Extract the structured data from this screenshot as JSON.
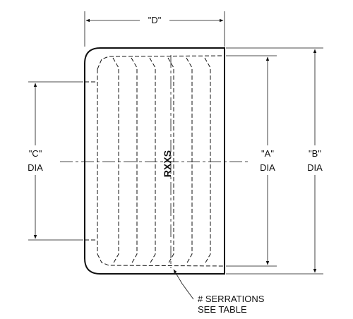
{
  "drawing": {
    "dims": {
      "d": "\"D\"",
      "a": "\"A\"",
      "b": "\"B\"",
      "c": "\"C\"",
      "dia": "DIA"
    },
    "part_mark": "RXXS",
    "note": {
      "line1": "# SERRATIONS",
      "line2": "SEE TABLE"
    },
    "serration_count": 6
  }
}
